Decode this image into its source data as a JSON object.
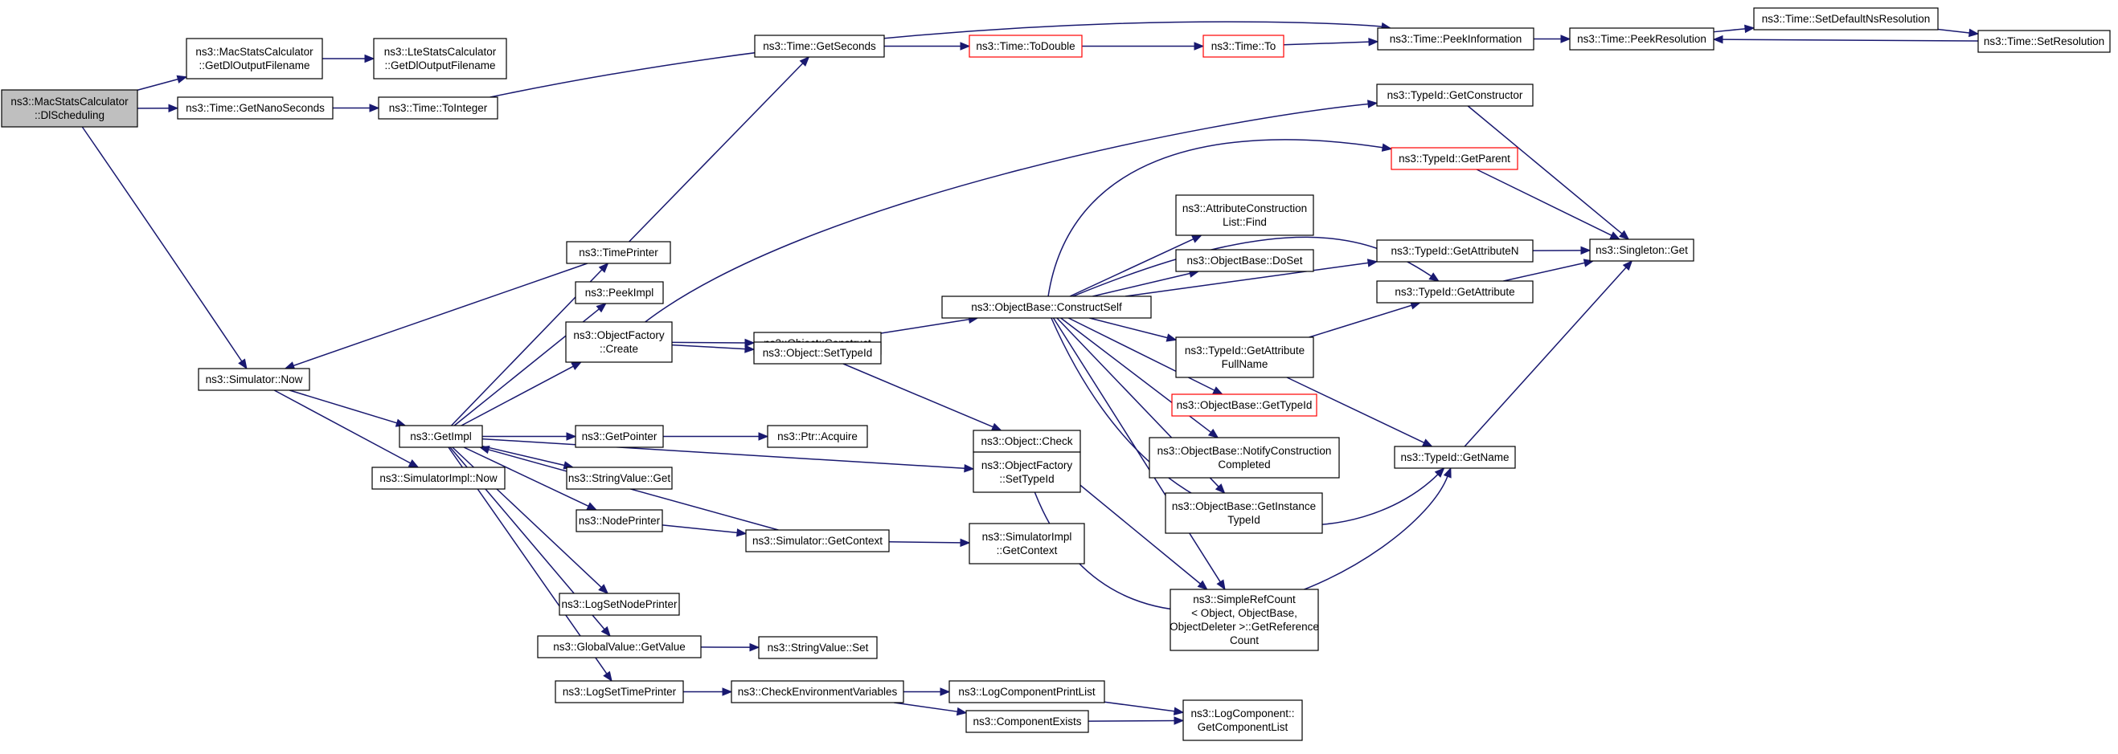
{
  "diagram": {
    "type": "call-graph",
    "colors": {
      "edge": "#191970",
      "root_fill": "#bfbfbf",
      "node_border": "#000000",
      "highlight_border": "#ff0000"
    },
    "nodes": [
      {
        "id": "n0",
        "lines": [
          "ns3::MacStatsCalculator",
          "::DlScheduling"
        ],
        "style": "root"
      },
      {
        "id": "n1",
        "lines": [
          "ns3::MacStatsCalculator",
          "::GetDlOutputFilename"
        ]
      },
      {
        "id": "n2",
        "lines": [
          "ns3::LteStatsCalculator",
          "::GetDlOutputFilename"
        ]
      },
      {
        "id": "n3",
        "lines": [
          "ns3::Time::GetNanoSeconds"
        ]
      },
      {
        "id": "n4",
        "lines": [
          "ns3::Time::ToInteger"
        ]
      },
      {
        "id": "n5",
        "lines": [
          "ns3::Time::GetSeconds"
        ]
      },
      {
        "id": "n6",
        "lines": [
          "ns3::Time::ToDouble"
        ],
        "style": "red"
      },
      {
        "id": "n7",
        "lines": [
          "ns3::Time::To"
        ],
        "style": "red"
      },
      {
        "id": "n8",
        "lines": [
          "ns3::Time::PeekInformation"
        ]
      },
      {
        "id": "n9",
        "lines": [
          "ns3::Time::PeekResolution"
        ]
      },
      {
        "id": "n10",
        "lines": [
          "ns3::Time::SetDefaultNsResolution"
        ]
      },
      {
        "id": "n11",
        "lines": [
          "ns3::Time::SetResolution"
        ]
      },
      {
        "id": "n12",
        "lines": [
          "ns3::TypeId::GetConstructor"
        ]
      },
      {
        "id": "n13",
        "lines": [
          "ns3::TypeId::GetParent"
        ],
        "style": "red"
      },
      {
        "id": "n14",
        "lines": [
          "ns3::AttributeConstruction",
          "List::Find"
        ]
      },
      {
        "id": "n15",
        "lines": [
          "ns3::ObjectBase::DoSet"
        ]
      },
      {
        "id": "n16",
        "lines": [
          "ns3::TypeId::GetAttributeN"
        ]
      },
      {
        "id": "n17",
        "lines": [
          "ns3::Singleton::Get"
        ]
      },
      {
        "id": "n18",
        "lines": [
          "ns3::TypeId::GetAttribute"
        ]
      },
      {
        "id": "n19",
        "lines": [
          "ns3::TimePrinter"
        ]
      },
      {
        "id": "n20",
        "lines": [
          "ns3::PeekImpl"
        ]
      },
      {
        "id": "n21",
        "lines": [
          "ns3::ObjectFactory",
          "::Create"
        ]
      },
      {
        "id": "n22",
        "lines": [
          "ns3::Object::Construct"
        ]
      },
      {
        "id": "n23",
        "lines": [
          "ns3::ObjectBase::ConstructSelf"
        ]
      },
      {
        "id": "n24",
        "lines": [
          "ns3::Object::SetTypeId"
        ]
      },
      {
        "id": "n25",
        "lines": [
          "ns3::TypeId::GetAttribute",
          "FullName"
        ]
      },
      {
        "id": "n26",
        "lines": [
          "ns3::Simulator::Now"
        ]
      },
      {
        "id": "n27",
        "lines": [
          "ns3::Object::Check"
        ]
      },
      {
        "id": "n28",
        "lines": [
          "ns3::ObjectBase::GetTypeId"
        ],
        "style": "red"
      },
      {
        "id": "n29",
        "lines": [
          "ns3::GetImpl"
        ]
      },
      {
        "id": "n30",
        "lines": [
          "ns3::GetPointer"
        ]
      },
      {
        "id": "n31",
        "lines": [
          "ns3::Ptr::Acquire"
        ]
      },
      {
        "id": "n32",
        "lines": [
          "ns3::ObjectBase::NotifyConstruction",
          "Completed"
        ]
      },
      {
        "id": "n33",
        "lines": [
          "ns3::TypeId::GetName"
        ]
      },
      {
        "id": "n34",
        "lines": [
          "ns3::ObjectFactory",
          "::SetTypeId"
        ]
      },
      {
        "id": "n35",
        "lines": [
          "ns3::SimulatorImpl::Now"
        ]
      },
      {
        "id": "n36",
        "lines": [
          "ns3::StringValue::Get"
        ]
      },
      {
        "id": "n37",
        "lines": [
          "ns3::ObjectBase::GetInstance",
          "TypeId"
        ]
      },
      {
        "id": "n38",
        "lines": [
          "ns3::NodePrinter"
        ]
      },
      {
        "id": "n39",
        "lines": [
          "ns3::Simulator::GetContext"
        ]
      },
      {
        "id": "n40",
        "lines": [
          "ns3::SimulatorImpl",
          "::GetContext"
        ]
      },
      {
        "id": "n41",
        "lines": [
          "ns3::SimpleRefCount",
          "< Object, ObjectBase,",
          "ObjectDeleter >::GetReference",
          "Count"
        ]
      },
      {
        "id": "n42",
        "lines": [
          "ns3::LogSetNodePrinter"
        ]
      },
      {
        "id": "n43",
        "lines": [
          "ns3::GlobalValue::GetValue"
        ]
      },
      {
        "id": "n44",
        "lines": [
          "ns3::StringValue::Set"
        ]
      },
      {
        "id": "n45",
        "lines": [
          "ns3::LogSetTimePrinter"
        ]
      },
      {
        "id": "n46",
        "lines": [
          "ns3::CheckEnvironmentVariables"
        ]
      },
      {
        "id": "n47",
        "lines": [
          "ns3::LogComponentPrintList"
        ]
      },
      {
        "id": "n48",
        "lines": [
          "ns3::ComponentExists"
        ]
      },
      {
        "id": "n49",
        "lines": [
          "ns3::LogComponent::",
          "GetComponentList"
        ]
      }
    ]
  }
}
